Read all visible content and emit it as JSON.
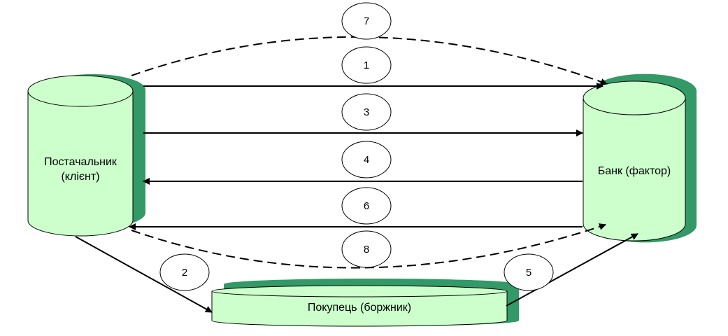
{
  "nodes": {
    "supplier": {
      "line1": "Постачальник",
      "line2": "(клієнт)"
    },
    "bank": {
      "label": "Банк (фактор)"
    },
    "buyer": {
      "label": "Покупець (боржник)"
    }
  },
  "steps": [
    "7",
    "1",
    "3",
    "4",
    "6",
    "8",
    "2",
    "5"
  ],
  "colors": {
    "fill": "#ccffcc",
    "shadow": "#339966",
    "stroke": "#000000"
  }
}
